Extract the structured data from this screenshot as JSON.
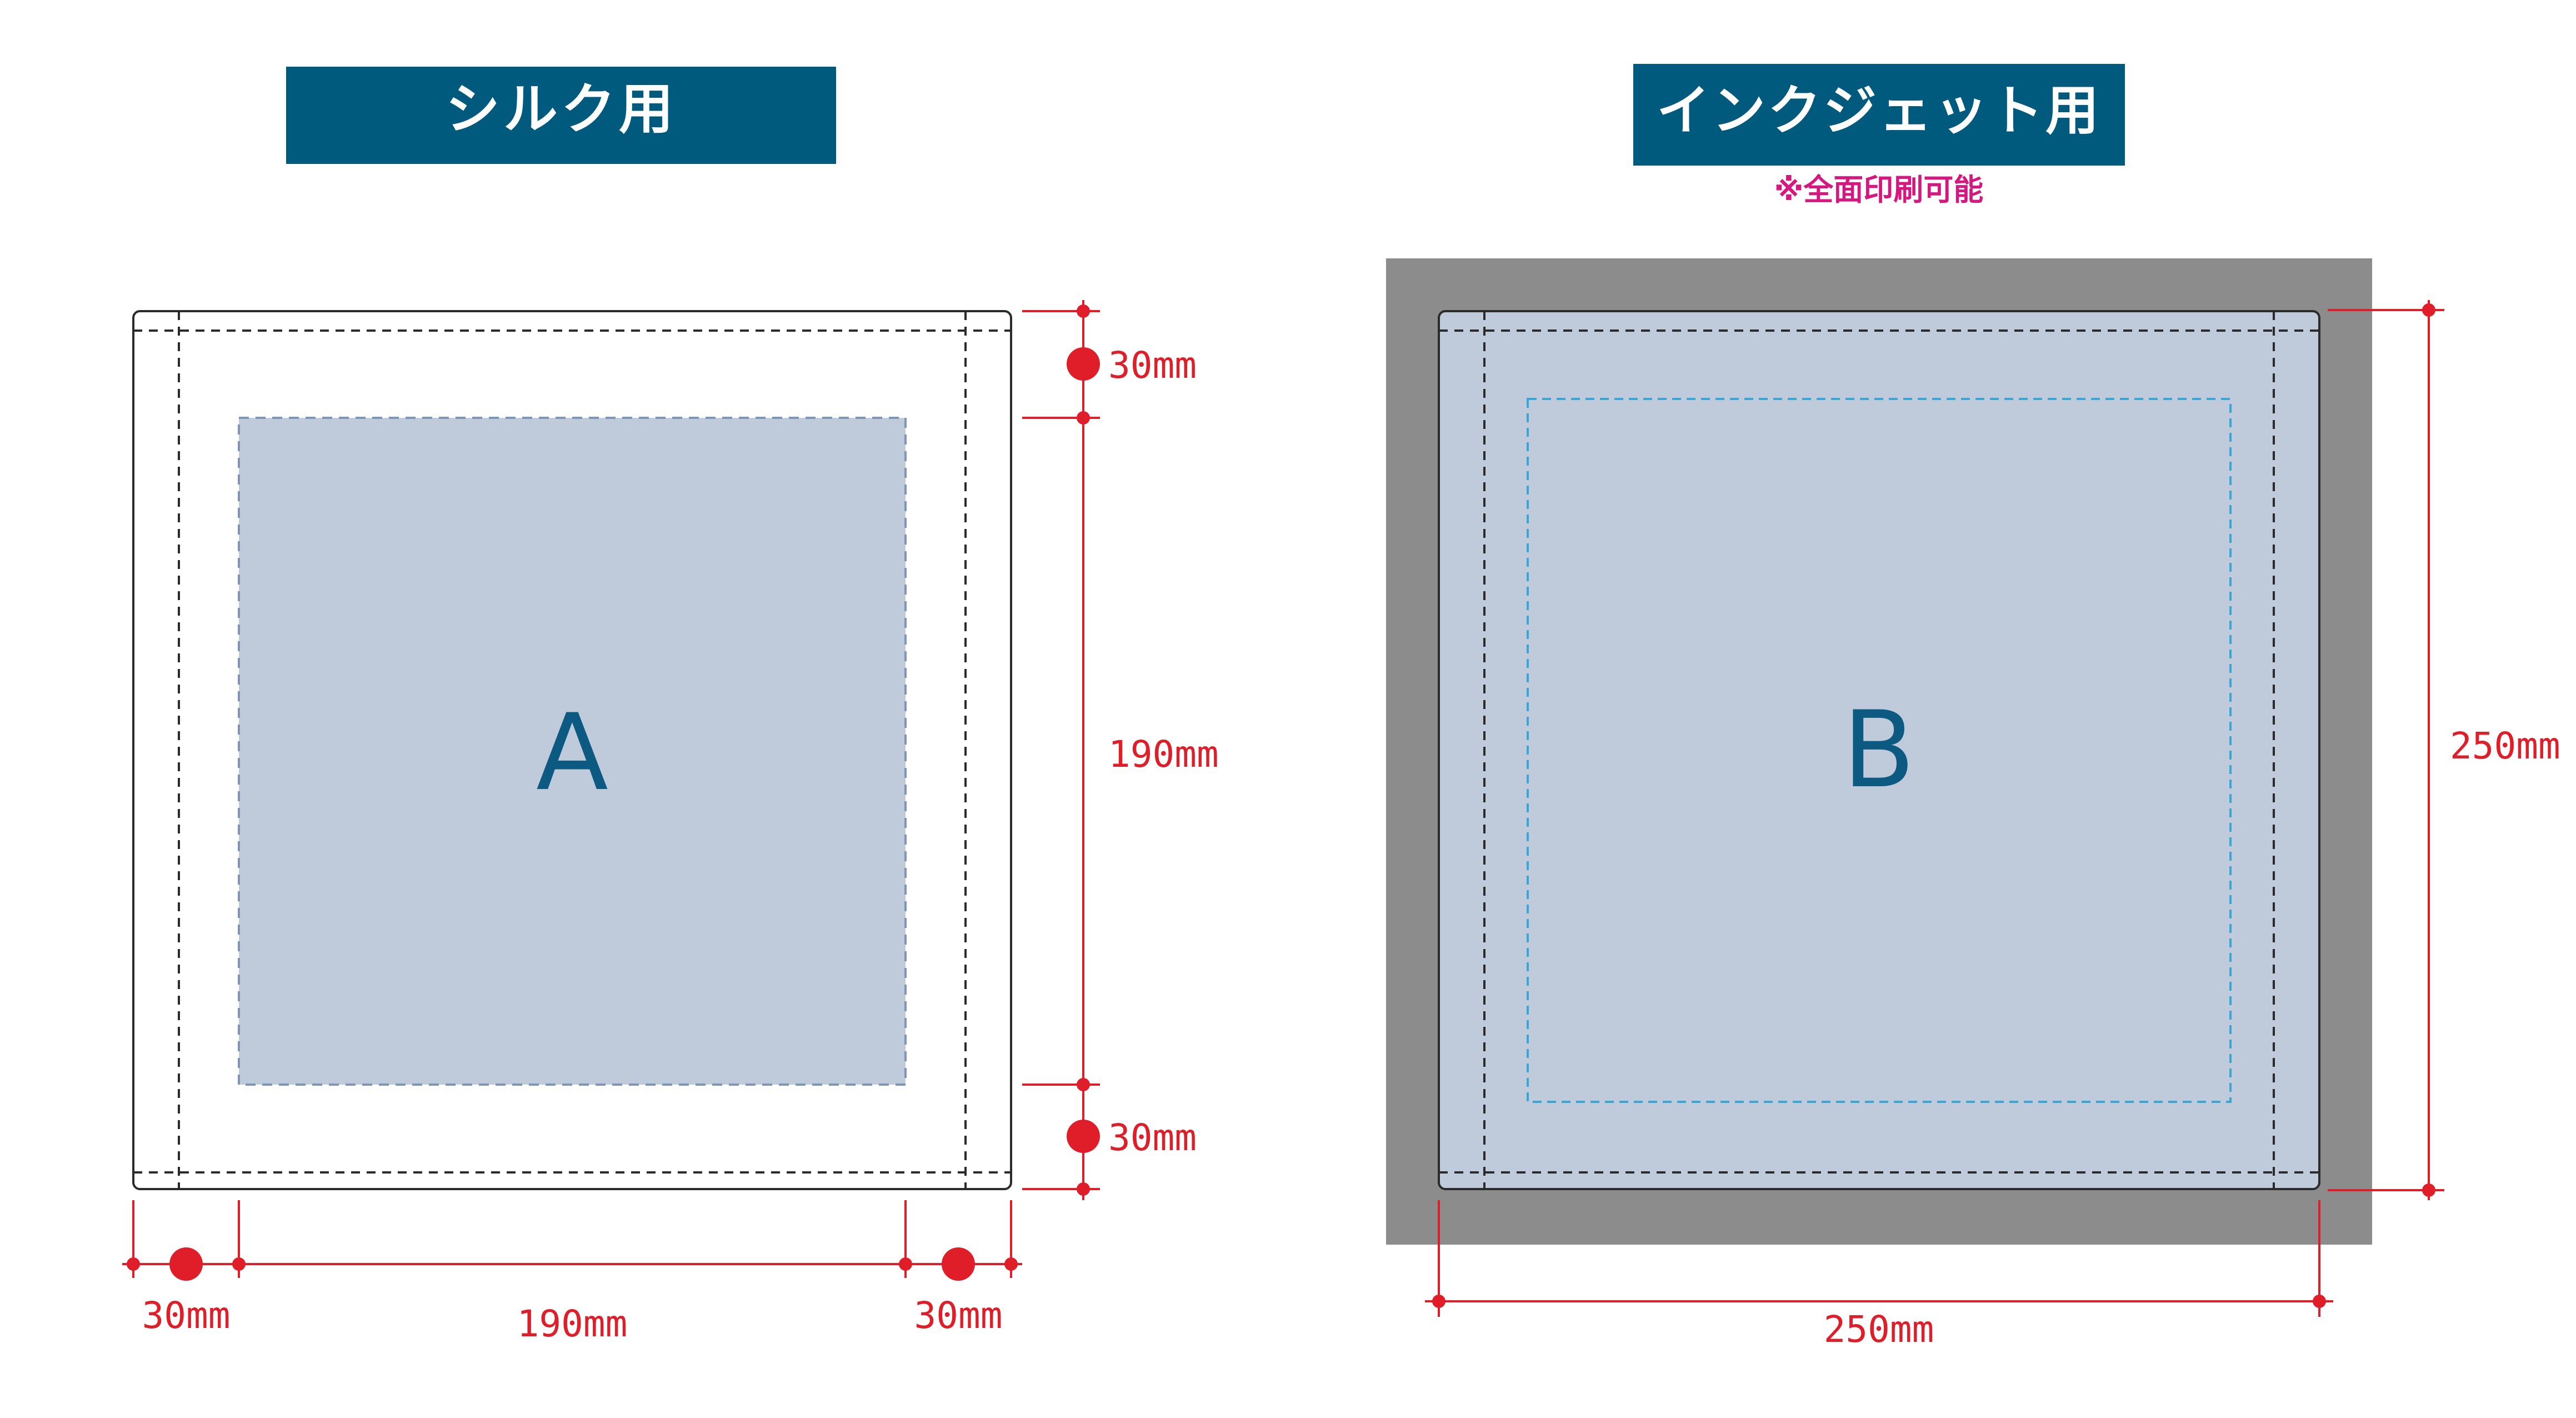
{
  "colors": {
    "header_bg": "#005a7d",
    "header_text": "#ffffff",
    "print_area": "#bfcadb",
    "bleed_gray": "#8c8c8c",
    "dimension_red": "#e01e2a",
    "letter_blue": "#0c5a82",
    "note_magenta": "#d6177f",
    "dash_blue": "#3aa6d6",
    "outline": "#2b2b2b"
  },
  "silk": {
    "title": "シルク用",
    "area_label": "A",
    "dim_top_margin": "30mm",
    "dim_height": "190mm",
    "dim_bottom_margin": "30mm",
    "dim_left_margin": "30mm",
    "dim_width": "190mm",
    "dim_right_margin": "30mm"
  },
  "inkjet": {
    "title": "インクジェット用",
    "note": "※全面印刷可能",
    "area_label": "B",
    "dim_height": "250mm",
    "dim_width": "250mm"
  }
}
